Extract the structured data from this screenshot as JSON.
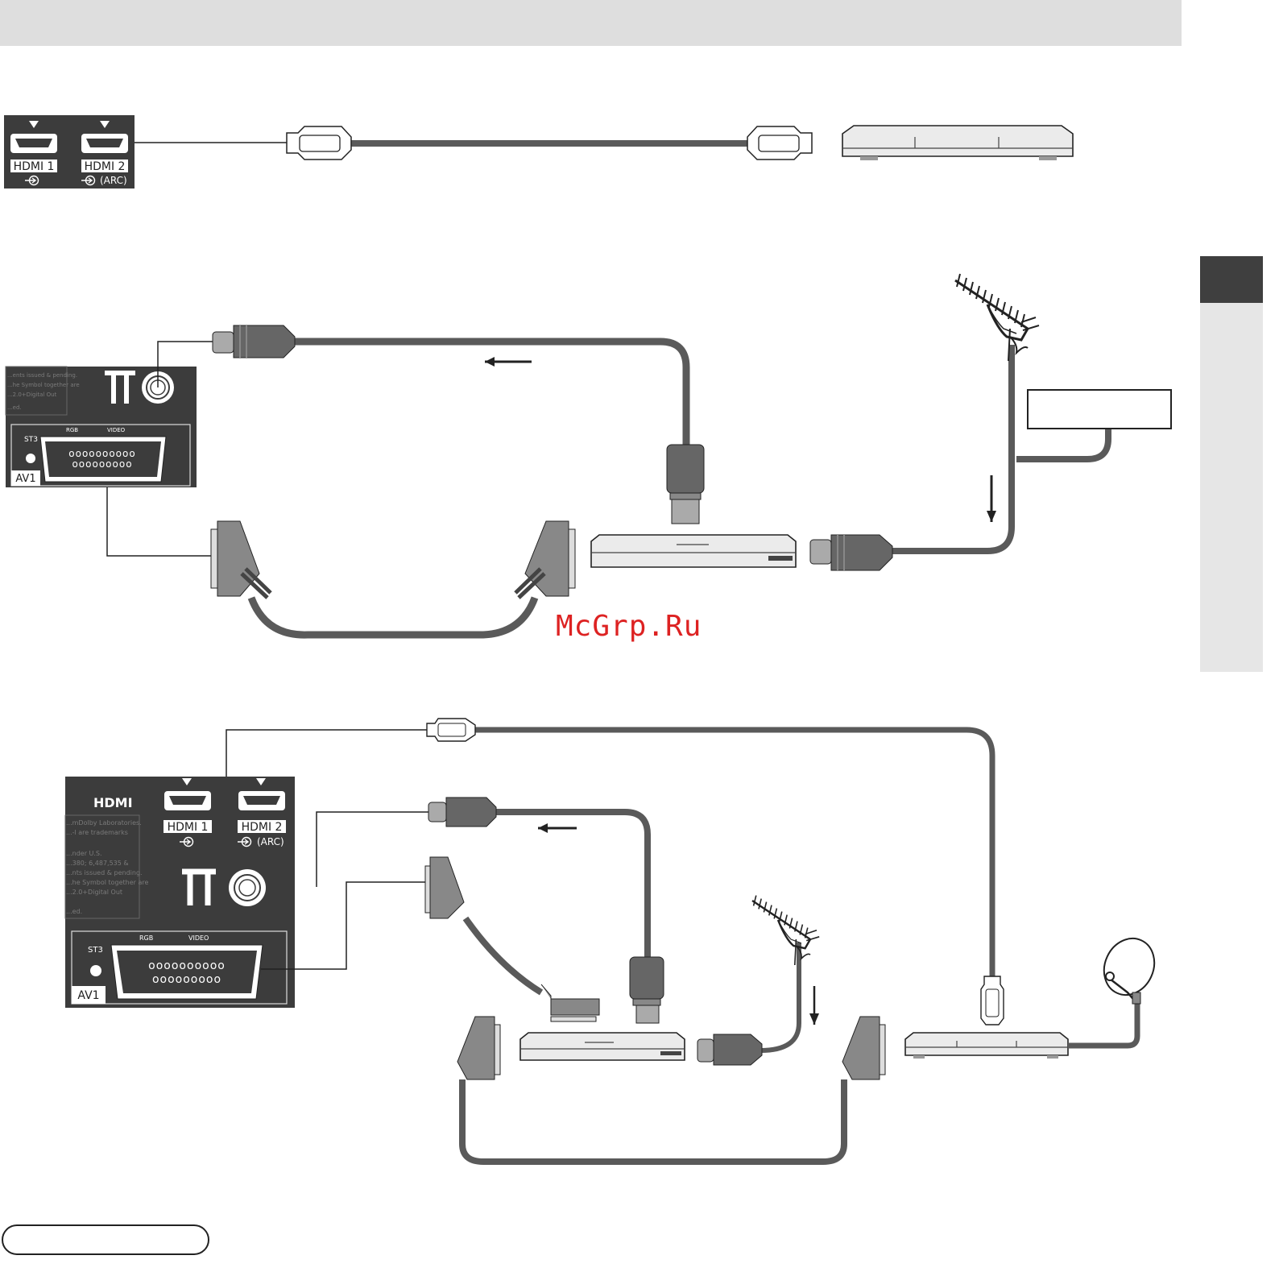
{
  "ports": {
    "hdmi1": "HDMI 1",
    "hdmi2": "HDMI 2",
    "arc": "(ARC)",
    "hdmi_logo": "HDMI",
    "av1": "AV1",
    "st3": "ST3",
    "rgb": "RGB",
    "video": "VIDEO"
  },
  "panel_fine_print": {
    "lines_small": [
      "...ents issued & pending.",
      "...he Symbol together are",
      "...2.0+Digital Out",
      "...ed."
    ],
    "lines_large": [
      "...mDolby Laboratories.",
      "...-l are trademarks",
      "...nder U.S.",
      "...380; 6,487,535 &",
      "...nts issued & pending.",
      "...he Symbol together are",
      "...2.0+Digital Out",
      "...ed."
    ]
  },
  "watermark": "McGrp.Ru",
  "colors": {
    "cable": "#5a5a5a",
    "panel": "#3c3c3c",
    "header": "#dedede",
    "watermark": "#dd2222"
  },
  "icons": [
    "hdmi-port-icon",
    "input-arrow-icon",
    "antenna-icon",
    "scart-plug-icon",
    "rf-plug-icon",
    "hdmi-plug-icon",
    "dish-icon",
    "recorder-icon",
    "settop-box-icon"
  ]
}
